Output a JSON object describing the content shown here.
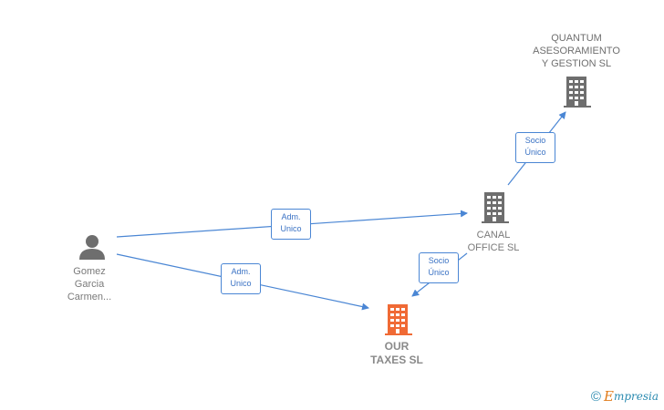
{
  "nodes": {
    "person": {
      "label": "Gomez\nGarcia\nCarmen..."
    },
    "canal": {
      "label": "CANAL\nOFFICE SL"
    },
    "quantum": {
      "label": "QUANTUM\nASESORAMIENTO\nY GESTION  SL"
    },
    "ourtaxes": {
      "label": "OUR\nTAXES  SL"
    }
  },
  "edges": {
    "person_to_canal": {
      "label": "Adm.\nUnico"
    },
    "person_to_ourtaxes": {
      "label": "Adm.\nUnico"
    },
    "canal_to_quantum": {
      "label": "Socio\nÚnico"
    },
    "canal_to_ourtaxes": {
      "label": "Socio\nÚnico"
    }
  },
  "colors": {
    "edge": "#4a86d4",
    "building_gray": "#6e6e6e",
    "building_focus": "#f06a35",
    "person_gray": "#6e6e6e"
  },
  "footer": {
    "copyright_symbol": "©",
    "brand_first": "E",
    "brand_rest": "mpresia"
  }
}
